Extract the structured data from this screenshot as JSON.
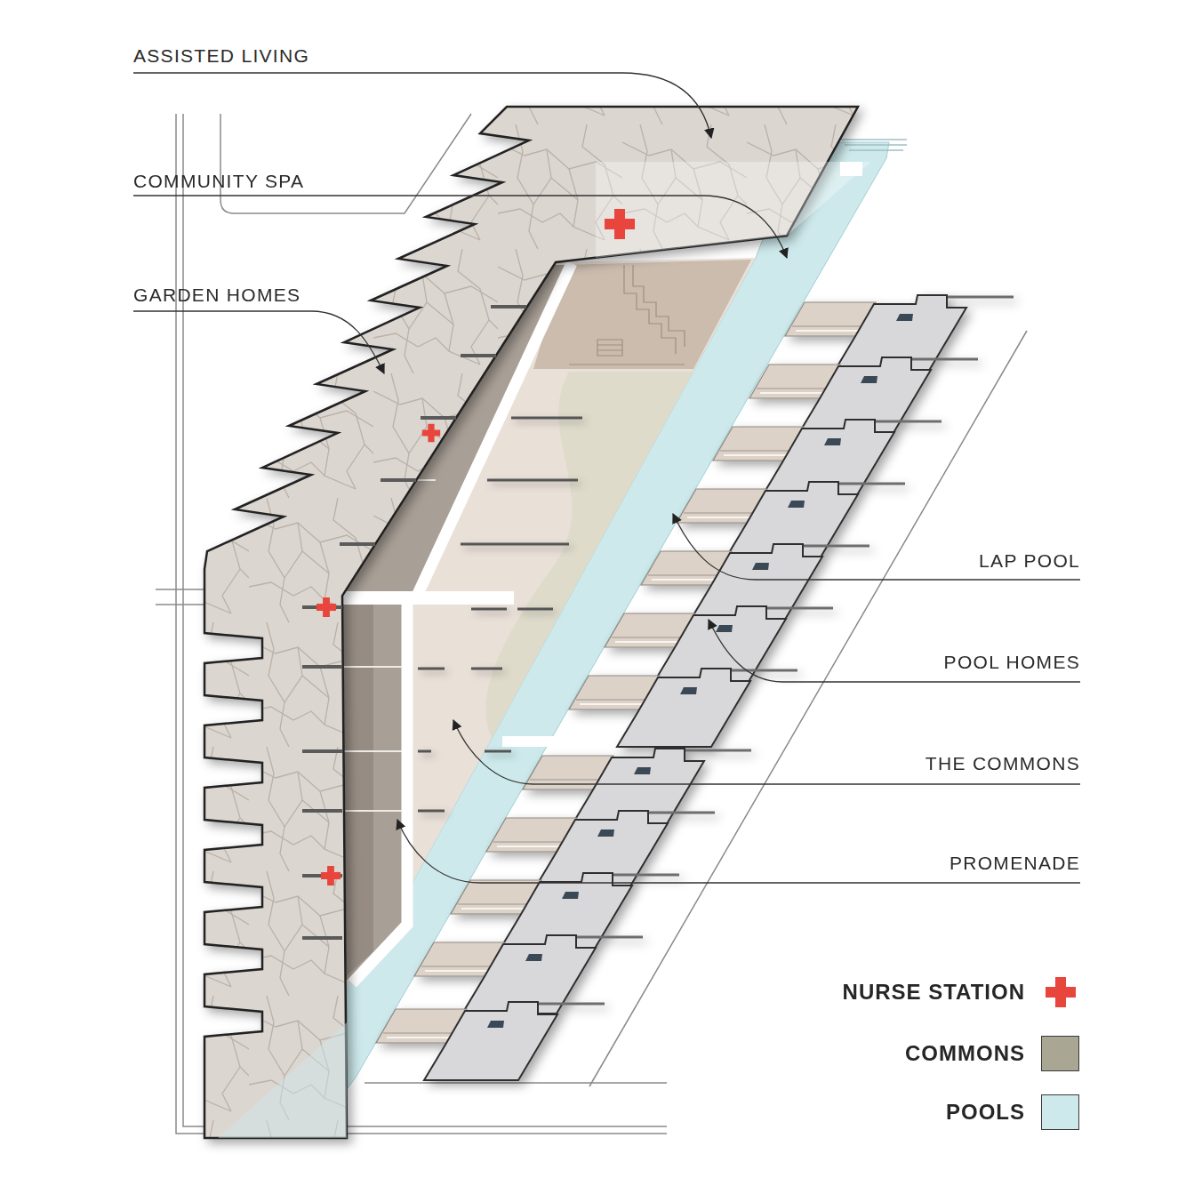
{
  "diagram": {
    "labels": [
      "ASSISTED LIVING",
      "COMMUNITY SPA",
      "GARDEN HOMES",
      "LAP POOL",
      "POOL HOMES",
      "THE COMMONS",
      "PROMENADE"
    ],
    "legend": [
      {
        "text": "NURSE STATION"
      },
      {
        "text": "COMMONS",
        "color": "#aaa694"
      },
      {
        "text": "POOLS",
        "color": "#cde9eb"
      }
    ]
  }
}
